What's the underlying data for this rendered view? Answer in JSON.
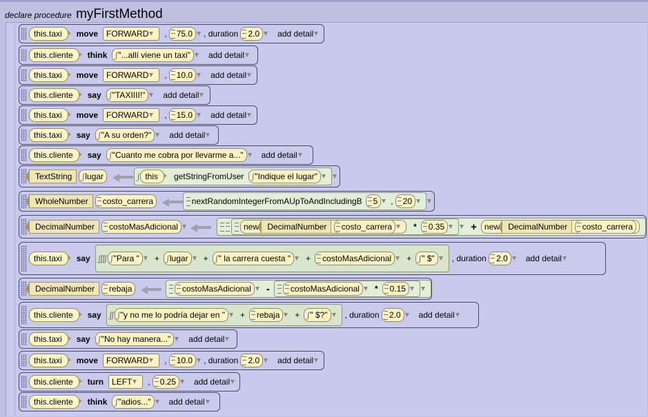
{
  "header": {
    "declare": "declare procedure",
    "name": "myFirstMethod"
  },
  "rows": {
    "r1": {
      "obj": "this.taxi",
      "method": "move",
      "dir": "FORWARD",
      "amount": "75.0",
      "dur_label": ", duration",
      "dur": "2.0",
      "add": "add detail"
    },
    "r2": {
      "obj": "this.cliente",
      "method": "think",
      "text": "\"...allí viene un taxi\"",
      "add": "add detail"
    },
    "r3": {
      "obj": "this.taxi",
      "method": "move",
      "dir": "FORWARD",
      "amount": "10.0",
      "add": "add detail"
    },
    "r4": {
      "obj": "this.cliente",
      "method": "say",
      "text": "\"TAXIIII!\"",
      "add": "add detail"
    },
    "r5": {
      "obj": "this.taxi",
      "method": "move",
      "dir": "FORWARD",
      "amount": "15.0",
      "add": "add detail"
    },
    "r6": {
      "obj": "this.taxi",
      "method": "say",
      "text": "\"A su orden?\"",
      "add": "add detail"
    },
    "r7": {
      "obj": "this.cliente",
      "method": "say",
      "text": "\"Cuanto me cobra por llevarme a...\"",
      "add": "add detail"
    },
    "r8": {
      "type": "TextString",
      "var": "lugar",
      "target": "this",
      "method": "getStringFromUser",
      "text": "\"Indique el lugar\""
    },
    "r9": {
      "type": "WholeNumber",
      "var": "costo_carrera",
      "func": "nextRandomIntegerFromAUpToAndIncludingB",
      "a": "5",
      "b": "20"
    },
    "r10": {
      "type": "DecimalNumber",
      "var": "costoMasAdicional",
      "new": "new",
      "ntype": "DecimalNumber",
      "v1": "costo_carrera",
      "times": "*",
      "k": "0.35",
      "plus": "+",
      "new2": "new",
      "ntype2": "DecimalNumber",
      "v2": "costo_carrera"
    },
    "r11": {
      "obj": "this.taxi",
      "method": "say",
      "s1": "\"Para \"",
      "p1": "+",
      "v1": "lugar",
      "p2": "+",
      "s2": "\" la carrera cuesta \"",
      "p3": "+",
      "v2": "costoMasAdicional",
      "p4": "+",
      "s3": "\" $\"",
      "dur_label": ", duration",
      "dur": "2.0",
      "add": "add detail"
    },
    "r12": {
      "type": "DecimalNumber",
      "var": "rebaja",
      "v1": "costoMasAdicional",
      "minus": "-",
      "v2": "costoMasAdicional",
      "times": "*",
      "k": "0.15"
    },
    "r13": {
      "obj": "this.cliente",
      "method": "say",
      "s1": "\"y no me lo podría dejar en \"",
      "p1": "+",
      "v1": "rebaja",
      "p2": "+",
      "s2": "\" $?\"",
      "dur_label": ", duration",
      "dur": "2.0",
      "add": "add detail"
    },
    "r14": {
      "obj": "this.taxi",
      "method": "say",
      "text": "\"No hay manera...\"",
      "add": "add detail"
    },
    "r15": {
      "obj": "this.taxi",
      "method": "move",
      "dir": "FORWARD",
      "amount": "10.0",
      "dur_label": ", duration",
      "dur": "2.0",
      "add": "add detail"
    },
    "r16": {
      "obj": "this.cliente",
      "method": "turn",
      "dir": "LEFT",
      "amount": "0.25",
      "add": "add detail"
    },
    "r17": {
      "obj": "this.cliente",
      "method": "think",
      "text": "\"adios...\"",
      "add": "add detail"
    }
  }
}
